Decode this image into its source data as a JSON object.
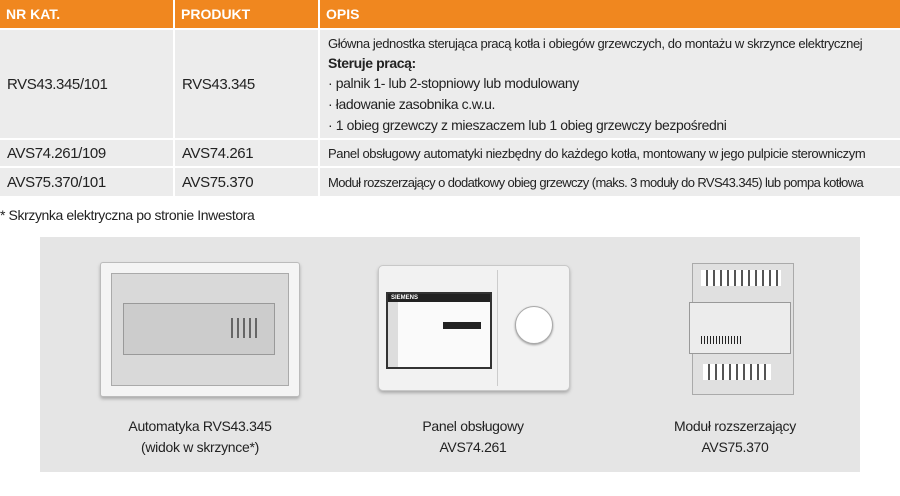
{
  "table": {
    "headers": [
      "NR KAT.",
      "PRODUKT",
      "OPIS"
    ],
    "rows": [
      {
        "nr": "RVS43.345/101",
        "produkt": "RVS43.345",
        "opis": [
          "Główna jednostka sterująca pracą kotła i obiegów grzewczych, do montażu w skrzynce elektrycznej",
          "Steruje pracą:",
          "· palnik 1- lub 2-stopniowy lub modulowany",
          "· ładowanie zasobnika c.w.u.",
          "· 1 obieg grzewczy z mieszaczem lub 1 obieg grzewczy bezpośredni"
        ]
      },
      {
        "nr": "AVS74.261/109",
        "produkt": "AVS74.261",
        "opis": [
          "Panel obsługowy automatyki niezbędny do każdego kotła, montowany w jego pulpicie sterowniczym"
        ]
      },
      {
        "nr": "AVS75.370/101",
        "produkt": "AVS75.370",
        "opis": [
          "Moduł rozszerzający o dodatkowy obieg grzewczy (maks. 3 moduły do RVS43.345) lub pompa kotłowa"
        ]
      }
    ]
  },
  "footnote": "* Skrzynka elektryczna po stronie Inwestora",
  "products": [
    {
      "line1": "Automatyka RVS43.345",
      "line2": "(widok w skrzynce*)"
    },
    {
      "line1": "Panel obsługowy",
      "line2": "AVS74.261",
      "logo": "SIEMENS"
    },
    {
      "line1": "Moduł rozszerzający",
      "line2": "AVS75.370"
    }
  ],
  "colors": {
    "header": "#f0871f",
    "row": "#ececec",
    "panel": "#e5e5e5"
  }
}
